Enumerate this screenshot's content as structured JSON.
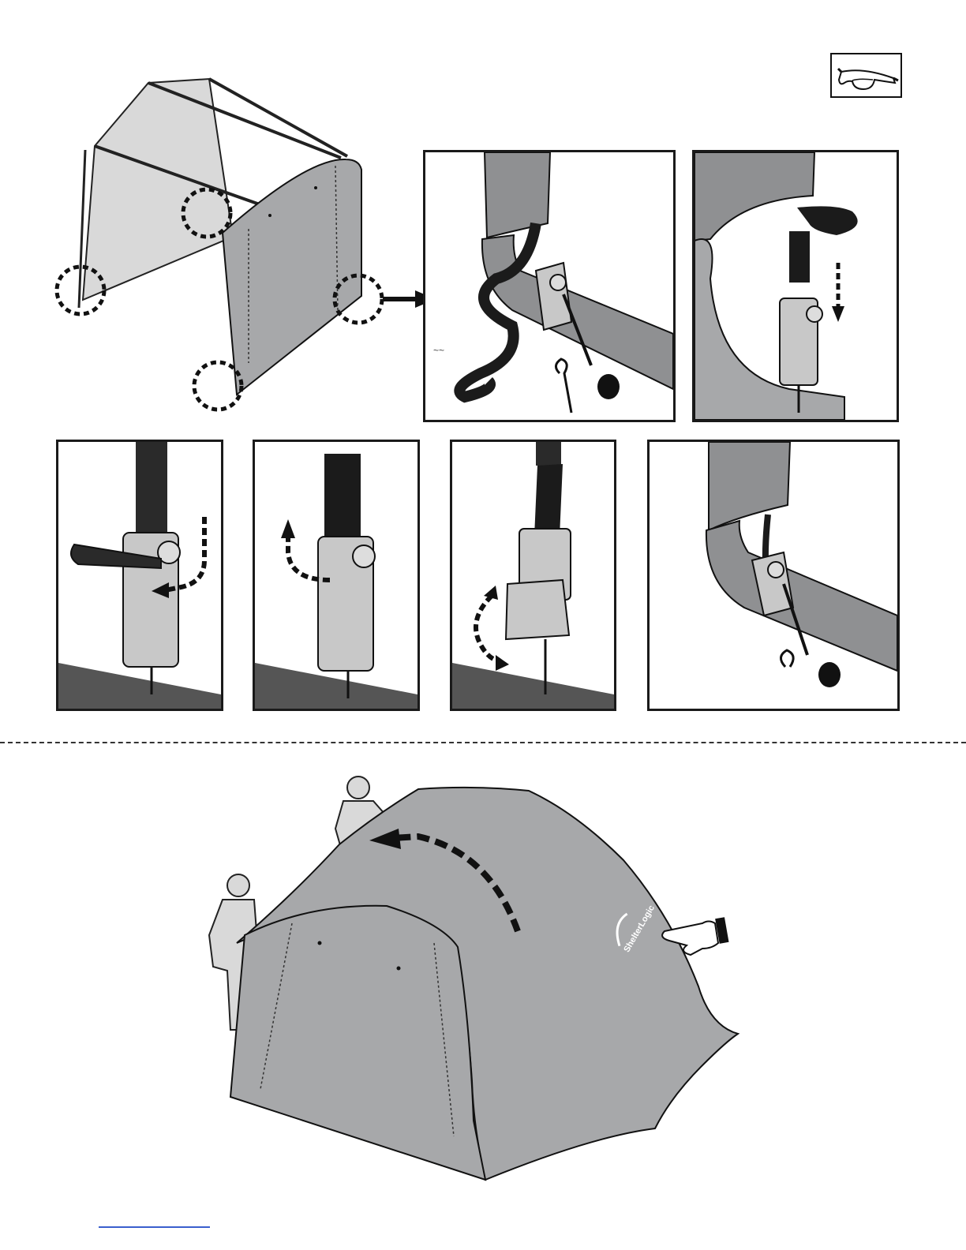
{
  "document": {
    "type": "assembly-instructions",
    "brand_logo_text": "ShelterLogic",
    "safety_icon": "safety-glasses-icon",
    "colors": {
      "frame_gray": "#d9d9d9",
      "cover_gray": "#a7a8aa",
      "cover_dark": "#8f9092",
      "strap_black": "#1b1b1b",
      "ground_gray": "#555555",
      "outline": "#111111"
    }
  },
  "top_section": {
    "overview": {
      "callouts": 4,
      "pointer": "arrow-right-icon"
    },
    "detail_panels": [
      {
        "id": "step-a",
        "content": "loose-strap-at-ratchet"
      },
      {
        "id": "step-b",
        "content": "feed-strap-into-ratchet"
      },
      {
        "id": "step-c",
        "content": "thread-strap-through-spool"
      },
      {
        "id": "step-d",
        "content": "pull-strap-tight"
      },
      {
        "id": "step-e",
        "content": "crank-ratchet-handle"
      },
      {
        "id": "step-f",
        "content": "strap-secured-to-frame"
      }
    ]
  },
  "bottom_section": {
    "illustration": "two-people-pulling-cover-over-frame",
    "people": 2,
    "pointer": "pointing-hand-icon"
  }
}
